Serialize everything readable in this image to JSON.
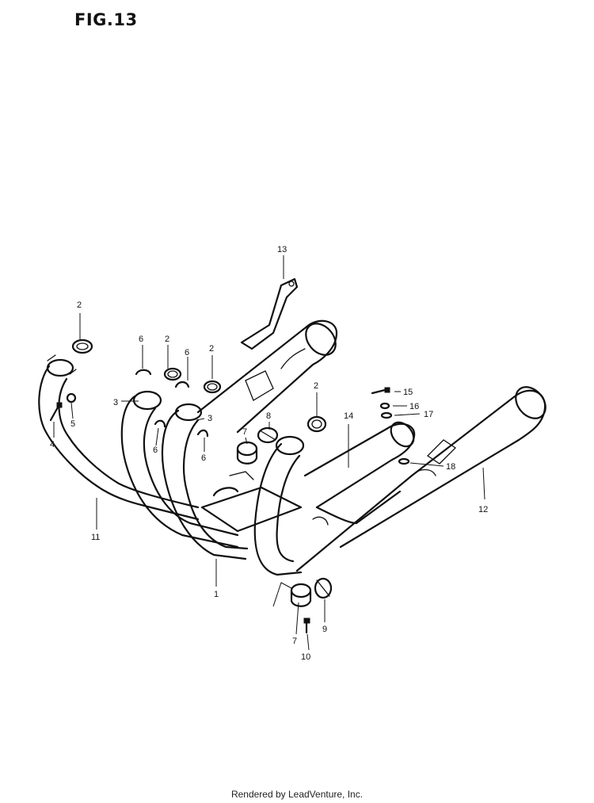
{
  "figure": {
    "title": "FIG.13"
  },
  "footer": {
    "text": "Rendered by LeadVenture, Inc."
  },
  "callouts": {
    "c1": "1",
    "c2a": "2",
    "c2b": "2",
    "c2c": "2",
    "c2d": "2",
    "c3a": "3",
    "c3b": "3",
    "c4": "4",
    "c5": "5",
    "c6a": "6",
    "c6b": "6",
    "c6c": "6",
    "c6d": "6",
    "c7a": "7",
    "c7b": "7",
    "c8": "8",
    "c9": "9",
    "c10": "10",
    "c11": "11",
    "c12": "12",
    "c13": "13",
    "c14": "14",
    "c15": "15",
    "c16": "16",
    "c17": "17",
    "c18": "18"
  }
}
